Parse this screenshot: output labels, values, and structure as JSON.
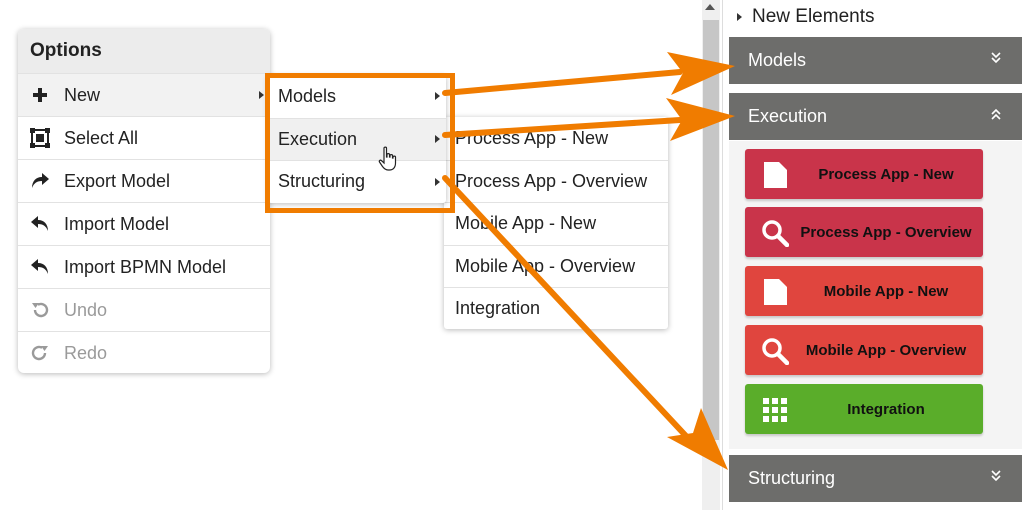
{
  "options_menu": {
    "title": "Options",
    "items": [
      {
        "label": "New",
        "icon": "plus-icon",
        "submenu": true,
        "disabled": false
      },
      {
        "label": "Select All",
        "icon": "select-all-icon",
        "submenu": false,
        "disabled": false
      },
      {
        "label": "Export Model",
        "icon": "share-arrow-icon",
        "submenu": false,
        "disabled": false
      },
      {
        "label": "Import Model",
        "icon": "reply-arrow-icon",
        "submenu": false,
        "disabled": false
      },
      {
        "label": "Import BPMN Model",
        "icon": "reply-arrow-icon",
        "submenu": false,
        "disabled": false
      },
      {
        "label": "Undo",
        "icon": "undo-icon",
        "submenu": false,
        "disabled": true
      },
      {
        "label": "Redo",
        "icon": "redo-icon",
        "submenu": false,
        "disabled": true
      }
    ]
  },
  "new_submenu": {
    "items": [
      {
        "label": "Models"
      },
      {
        "label": "Execution"
      },
      {
        "label": "Structuring"
      }
    ]
  },
  "execution_submenu": {
    "items": [
      {
        "label": "Process App - New"
      },
      {
        "label": "Process App - Overview"
      },
      {
        "label": "Mobile App - New"
      },
      {
        "label": "Mobile App - Overview"
      },
      {
        "label": "Integration"
      }
    ]
  },
  "panel": {
    "title": "New Elements",
    "sections": {
      "models": "Models",
      "execution": "Execution",
      "structuring": "Structuring"
    },
    "buttons": [
      {
        "label": "Process App - New",
        "icon": "document-icon",
        "color": "#c9344a"
      },
      {
        "label": "Process App - Overview",
        "icon": "search-icon",
        "color": "#c9344a"
      },
      {
        "label": "Mobile App - New",
        "icon": "document-icon",
        "color": "#e0453e"
      },
      {
        "label": "Mobile App - Overview",
        "icon": "search-icon",
        "color": "#e0453e"
      },
      {
        "label": "Integration",
        "icon": "grid-icon",
        "color": "#5aad2a"
      }
    ]
  },
  "colors": {
    "highlight": "#f07c00",
    "section_bar": "#6d6d6b"
  }
}
